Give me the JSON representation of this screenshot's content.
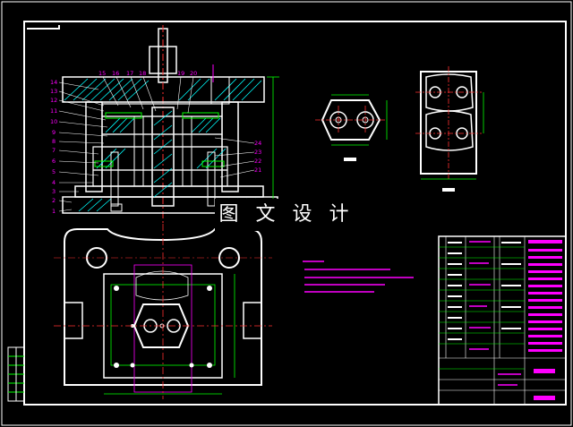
{
  "watermark": "图 文 设 计",
  "part_numbers_left": [
    "14",
    "13",
    "12",
    "11",
    "10",
    "9",
    "8",
    "7",
    "6",
    "5",
    "4",
    "3",
    "2",
    "1"
  ],
  "part_numbers_top": [
    "15",
    "16",
    "17",
    "18",
    "19",
    "20"
  ],
  "part_numbers_right": [
    "24",
    "23",
    "22",
    "21"
  ],
  "colors": {
    "background": "#000000",
    "outline": "#ffffff",
    "hatch": "#00ffff",
    "dimension": "#00ff00",
    "centerline": "#ff3030",
    "annotation": "#ff00ff",
    "frame": "#ffffff"
  }
}
